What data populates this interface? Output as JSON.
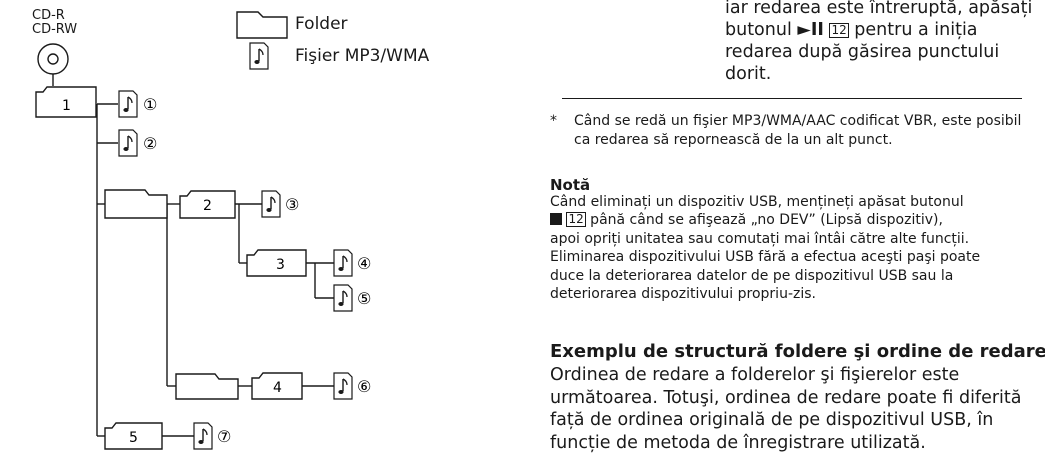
{
  "disc": {
    "label_1": "CD-R",
    "label_2": "CD-RW"
  },
  "legend": {
    "folder_label": "Folder",
    "file_label": "Fişier MP3/WMA"
  },
  "folders": [
    {
      "number": "1"
    },
    {
      "number": "2"
    },
    {
      "number": "3"
    },
    {
      "number": "4"
    },
    {
      "number": "5"
    }
  ],
  "files": [
    {
      "mark": "①"
    },
    {
      "mark": "②"
    },
    {
      "mark": "③"
    },
    {
      "mark": "④"
    },
    {
      "mark": "⑤"
    },
    {
      "mark": "⑥"
    },
    {
      "mark": "⑦"
    }
  ],
  "continuation": {
    "part1": "iar redarea este întreruptă, apăsați butonul ",
    "play_pause": "►II",
    "ref": "12",
    "part2": " pentru a iniția redarea după găsirea punctului dorit."
  },
  "footnote": {
    "star": "*",
    "text": "Când se redă un fişier MP3/WMA/AAC codificat VBR, este posibil ca redarea să repornească de la un alt punct."
  },
  "nota": {
    "title": "Notă",
    "line1": "Când eliminați un dispozitiv USB, mențineți apăsat butonul",
    "ref": "12",
    "line2_rest": " până când se afişează „no DEV” (Lipsă dispozitiv),",
    "line3": "apoi opriți unitatea sau comutați mai întâi către alte funcții.",
    "line4": "Eliminarea dispozitivului USB fără a efectua aceşti paşi poate",
    "line5": "duce la deteriorarea datelor de pe dispozitivul USB sau la",
    "line6": "deteriorarea dispozitivului propriu-zis."
  },
  "section": {
    "title": "Exemplu de structură foldere şi ordine de redare",
    "body": "Ordinea de redare a folderelor şi fişierelor este următoarea. Totuşi, ordinea de redare poate fi diferită față de ordinea originală de pe dispozitivul USB, în funcție de metoda de înregistrare utilizată."
  }
}
